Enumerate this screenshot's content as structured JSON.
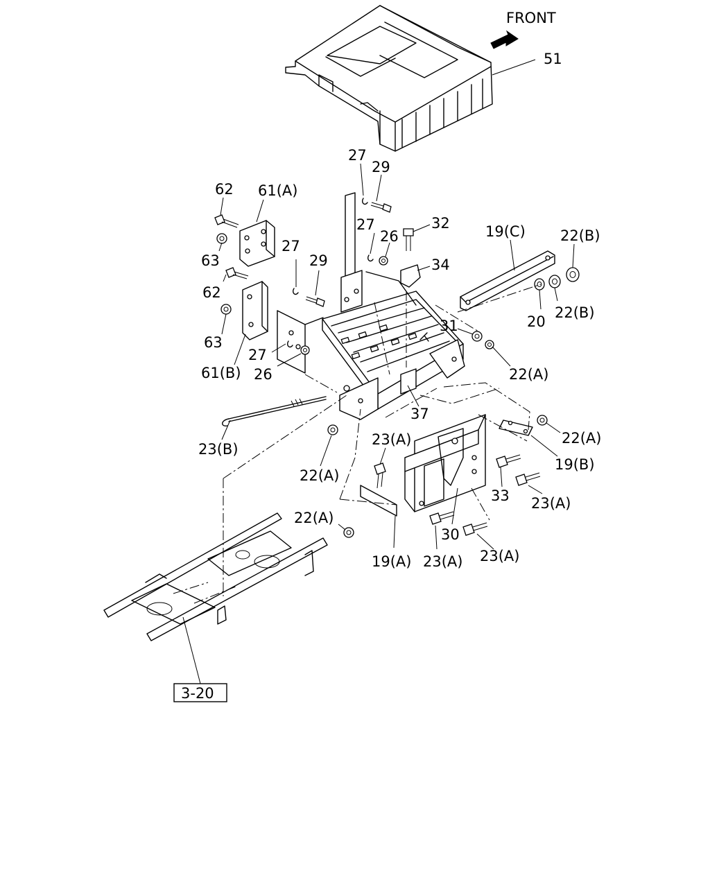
{
  "front_label": "FRONT",
  "reference_box": "3-20",
  "callouts": [
    {
      "id": "c51",
      "text": "51"
    },
    {
      "id": "c27a",
      "text": "27"
    },
    {
      "id": "c29a",
      "text": "29"
    },
    {
      "id": "c62a",
      "text": "62"
    },
    {
      "id": "c61a",
      "text": "61(A)"
    },
    {
      "id": "c27b",
      "text": "27"
    },
    {
      "id": "c26a",
      "text": "26"
    },
    {
      "id": "c32",
      "text": "32"
    },
    {
      "id": "c19c",
      "text": "19(C)"
    },
    {
      "id": "c22b1",
      "text": "22(B)"
    },
    {
      "id": "c63a",
      "text": "63"
    },
    {
      "id": "c27c",
      "text": "27"
    },
    {
      "id": "c29b",
      "text": "29"
    },
    {
      "id": "c34",
      "text": "34"
    },
    {
      "id": "c62b",
      "text": "62"
    },
    {
      "id": "c20",
      "text": "20"
    },
    {
      "id": "c22b2",
      "text": "22(B)"
    },
    {
      "id": "c31",
      "text": "31"
    },
    {
      "id": "c63b",
      "text": "63"
    },
    {
      "id": "c27d",
      "text": "27"
    },
    {
      "id": "c26b",
      "text": "26"
    },
    {
      "id": "c61b",
      "text": "61(B)"
    },
    {
      "id": "c22a1",
      "text": "22(A)"
    },
    {
      "id": "c37",
      "text": "37"
    },
    {
      "id": "c22a2",
      "text": "22(A)"
    },
    {
      "id": "c23b",
      "text": "23(B)"
    },
    {
      "id": "c23a1",
      "text": "23(A)"
    },
    {
      "id": "c19b",
      "text": "19(B)"
    },
    {
      "id": "c22a3",
      "text": "22(A)"
    },
    {
      "id": "c33",
      "text": "33"
    },
    {
      "id": "c23a2",
      "text": "23(A)"
    },
    {
      "id": "c22a4",
      "text": "22(A)"
    },
    {
      "id": "c30",
      "text": "30"
    },
    {
      "id": "c19a",
      "text": "19(A)"
    },
    {
      "id": "c23a3",
      "text": "23(A)"
    },
    {
      "id": "c23a4",
      "text": "23(A)"
    }
  ]
}
